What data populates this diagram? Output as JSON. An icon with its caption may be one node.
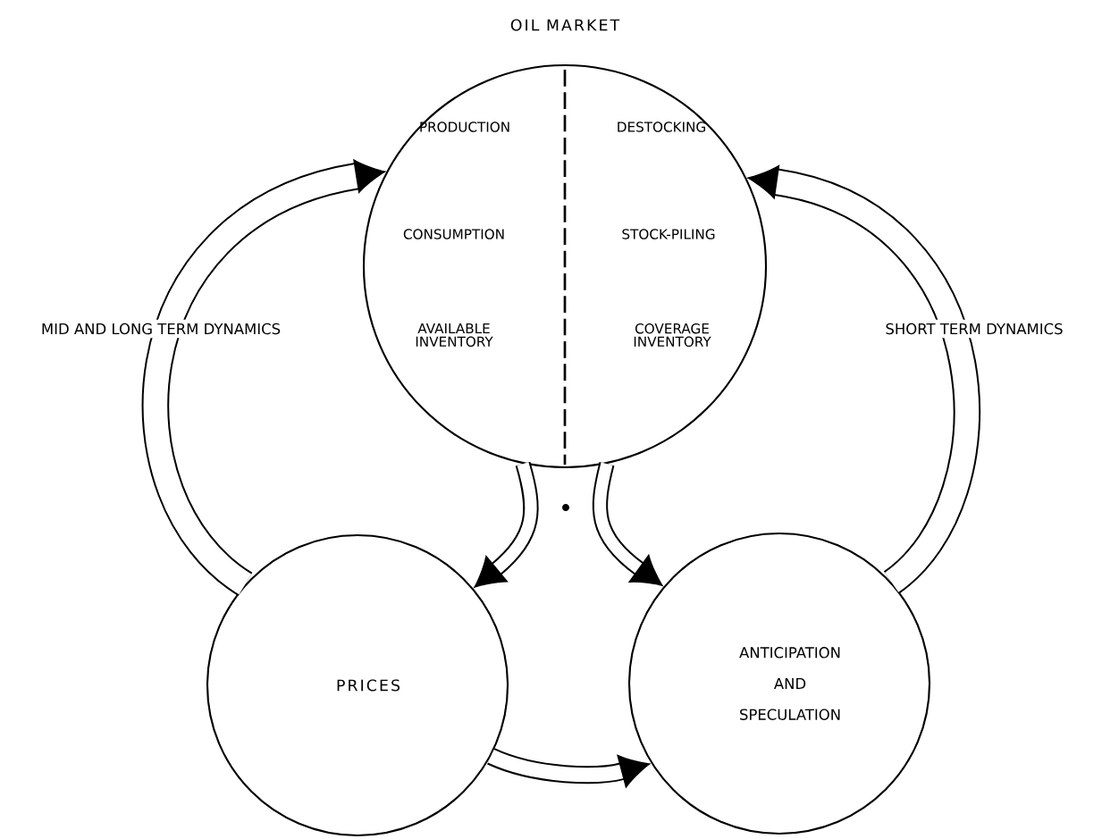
{
  "diagram": {
    "nodes": [
      {
        "text": [
          "OIL MARKET",
          "PRODUCTION",
          "DESTOCKING",
          "CONSUMPTION",
          "STOCK-PILING",
          "AVAILABLE INVENTORY",
          "COVERAGE INVENTORY"
        ]
      },
      {
        "text": [
          "PRICES"
        ]
      },
      {
        "text": [
          "ANTICIPATION AND SPECULATION"
        ]
      }
    ],
    "edges": [
      {
        "from": 1,
        "to": 0,
        "arrow": "to",
        "label": "MID AND LONG TERM DYNAMICS"
      },
      {
        "from": 2,
        "to": 0,
        "arrow": "to",
        "label": "SHORT TERM DYNAMICS"
      },
      {
        "from": 0,
        "to": 1,
        "arrow": "to"
      },
      {
        "from": 0,
        "to": 2,
        "arrow": "to"
      },
      {
        "from": 1,
        "to": 2,
        "arrow": "to"
      }
    ]
  }
}
